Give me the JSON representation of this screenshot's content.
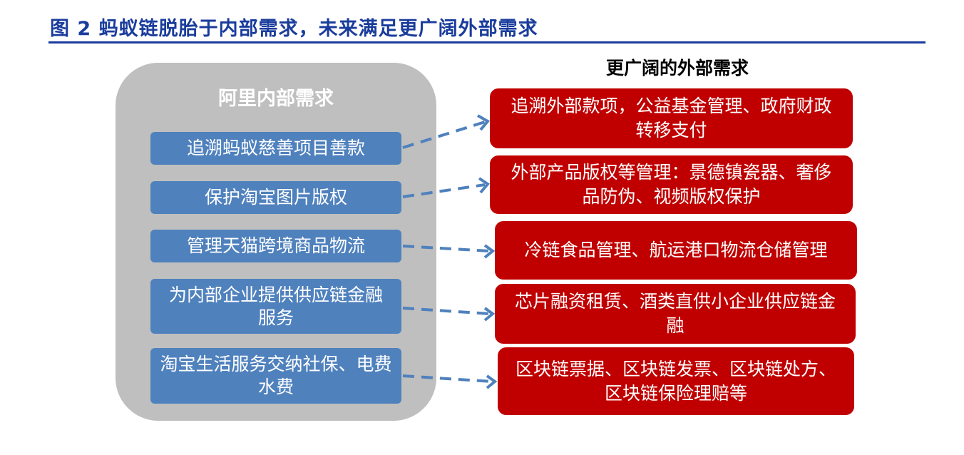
{
  "title": "图 2  蚂蚁链脱胎于内部需求，未来满足更广阔外部需求",
  "left": {
    "heading": "阿里内部需求",
    "items": [
      "追溯蚂蚁慈善项目善款",
      "保护淘宝图片版权",
      "管理天猫跨境商品物流",
      "为内部企业提供供应链金融服务",
      "淘宝生活服务交纳社保、电费水费"
    ]
  },
  "right": {
    "heading": "更广阔的外部需求",
    "items": [
      "追溯外部款项，公益基金管理、政府财政转移支付",
      "外部产品版权等管理：景德镇瓷器、奢侈品防伪、视频版权保护",
      "冷链食品管理、航运港口物流仓储管理",
      "芯片融资租赁、酒类直供小企业供应链金融",
      "区块链票据、区块链发票、区块链处方、区块链保险理赔等"
    ]
  },
  "colors": {
    "title": "#1a3c9c",
    "blue": "#4f81bd",
    "red": "#c00000",
    "gray": "#bfbfbf"
  }
}
